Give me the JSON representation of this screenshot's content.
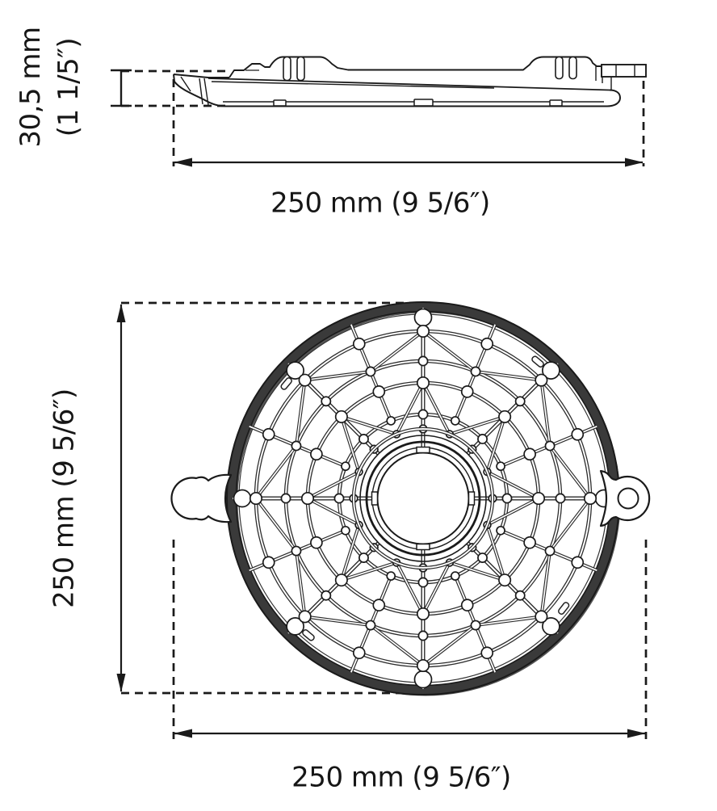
{
  "page": {
    "background": "#ffffff",
    "line_color": "#1a1a1a",
    "rim_color": "#3a3a3a",
    "description": "Dimensional line drawing of a circular fan guard: side profile view (top) and front view (bottom)"
  },
  "views": {
    "side_view": {
      "name": "side profile view",
      "height_dimension": {
        "line1": "30,5 mm",
        "line2": "(1 1/5″)"
      },
      "width_dimension": "250 mm (9 5/6″)"
    },
    "front_view": {
      "name": "front view",
      "height_dimension": "250 mm (9 5/6″)",
      "width_dimension": "250 mm (9 5/6″)"
    }
  }
}
